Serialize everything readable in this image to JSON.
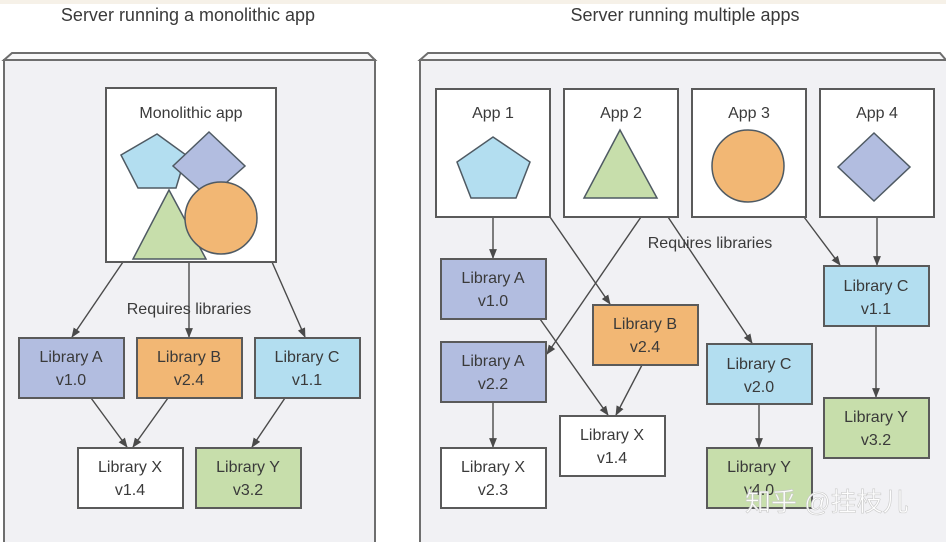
{
  "colors": {
    "page_bg": "#ffffff",
    "top_strip": "#f6f1e8",
    "server_fill": "#f1f1f4",
    "server_border": "#6e6e6e",
    "box_border": "#5a5a5a",
    "white": "#ffffff",
    "blue_lib": "#b2bde0",
    "orange": "#f2b774",
    "cyan": "#b3def0",
    "green": "#c7deab",
    "text": "#3a3a3a"
  },
  "left_server": {
    "title": "Server running a monolithic app",
    "app": {
      "label": "Monolithic app",
      "shapes": [
        "pentagon",
        "diamond",
        "triangle",
        "circle"
      ]
    },
    "requires_note": "Requires libraries",
    "libraries": [
      {
        "id": "L-A",
        "name": "Library A",
        "version": "v1.0",
        "color": "blue_lib"
      },
      {
        "id": "L-B",
        "name": "Library B",
        "version": "v2.4",
        "color": "orange"
      },
      {
        "id": "L-C",
        "name": "Library C",
        "version": "v1.1",
        "color": "cyan"
      },
      {
        "id": "L-X",
        "name": "Library X",
        "version": "v1.4",
        "color": "white"
      },
      {
        "id": "L-Y",
        "name": "Library Y",
        "version": "v3.2",
        "color": "green"
      }
    ],
    "dependencies": [
      [
        "app",
        "L-A"
      ],
      [
        "app",
        "L-B"
      ],
      [
        "app",
        "L-C"
      ],
      [
        "L-A",
        "L-X"
      ],
      [
        "L-B",
        "L-X"
      ],
      [
        "L-C",
        "L-Y"
      ]
    ]
  },
  "right_server": {
    "title": "Server running multiple apps",
    "apps": [
      {
        "id": "A1",
        "label": "App 1",
        "shape": "pentagon"
      },
      {
        "id": "A2",
        "label": "App 2",
        "shape": "triangle"
      },
      {
        "id": "A3",
        "label": "App 3",
        "shape": "circle"
      },
      {
        "id": "A4",
        "label": "App 4",
        "shape": "diamond"
      }
    ],
    "requires_note": "Requires libraries",
    "libraries": [
      {
        "id": "R-A10",
        "name": "Library A",
        "version": "v1.0",
        "color": "blue_lib"
      },
      {
        "id": "R-A22",
        "name": "Library A",
        "version": "v2.2",
        "color": "blue_lib"
      },
      {
        "id": "R-B24",
        "name": "Library B",
        "version": "v2.4",
        "color": "orange"
      },
      {
        "id": "R-C20",
        "name": "Library C",
        "version": "v2.0",
        "color": "cyan"
      },
      {
        "id": "R-C11",
        "name": "Library C",
        "version": "v1.1",
        "color": "cyan"
      },
      {
        "id": "R-X23",
        "name": "Library X",
        "version": "v2.3",
        "color": "white"
      },
      {
        "id": "R-X14",
        "name": "Library X",
        "version": "v1.4",
        "color": "white"
      },
      {
        "id": "R-Y40",
        "name": "Library Y",
        "version": "v4.0",
        "color": "green"
      },
      {
        "id": "R-Y32",
        "name": "Library Y",
        "version": "v3.2",
        "color": "green"
      }
    ],
    "dependencies": [
      [
        "A1",
        "R-A10"
      ],
      [
        "A1",
        "R-B24"
      ],
      [
        "A2",
        "R-A22"
      ],
      [
        "A2",
        "R-C20"
      ],
      [
        "A3",
        "R-C11"
      ],
      [
        "A4",
        "R-C11"
      ],
      [
        "R-A10",
        "R-X14"
      ],
      [
        "R-B24",
        "R-X14"
      ],
      [
        "R-A22",
        "R-X23"
      ],
      [
        "R-C20",
        "R-Y40"
      ],
      [
        "R-C11",
        "R-Y32"
      ]
    ]
  },
  "watermark": "知乎 @挂枝儿"
}
